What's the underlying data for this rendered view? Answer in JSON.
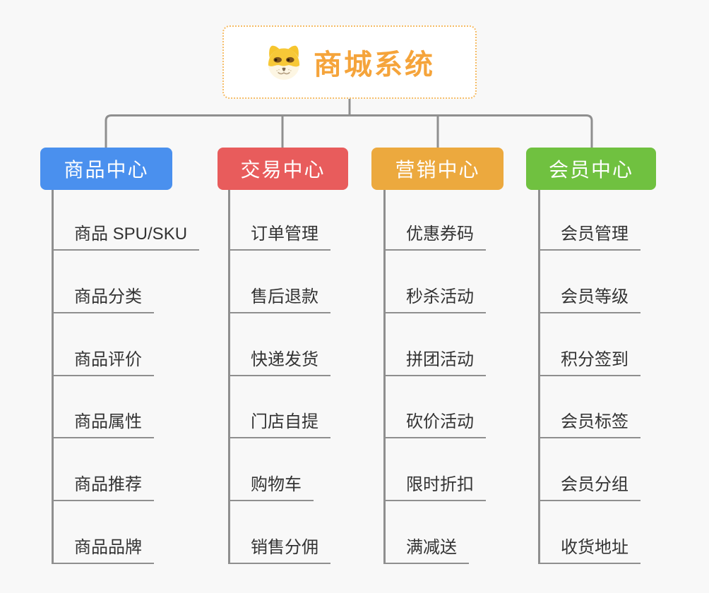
{
  "root": {
    "title": "商城系统",
    "icon": "dog-face-icon"
  },
  "branches": [
    {
      "label": "商品中心",
      "color": "#4a90ee",
      "items": [
        "商品 SPU/SKU",
        "商品分类",
        "商品评价",
        "商品属性",
        "商品推荐",
        "商品品牌"
      ]
    },
    {
      "label": "交易中心",
      "color": "#e85c5c",
      "items": [
        "订单管理",
        "售后退款",
        "快递发货",
        "门店自提",
        "购物车",
        "销售分佣"
      ]
    },
    {
      "label": "营销中心",
      "color": "#eca93e",
      "items": [
        "优惠券码",
        "秒杀活动",
        "拼团活动",
        "砍价活动",
        "限时折扣",
        "满减送"
      ]
    },
    {
      "label": "会员中心",
      "color": "#70c140",
      "items": [
        "会员管理",
        "会员等级",
        "积分签到",
        "会员标签",
        "会员分组",
        "收货地址"
      ]
    }
  ],
  "colors": {
    "background": "#f8f8f8",
    "connector": "#8f8f8f",
    "root_text": "#f5a43b",
    "root_border": "#f5bc66",
    "branch_text": "#ffffff",
    "leaf_text": "#333333"
  }
}
